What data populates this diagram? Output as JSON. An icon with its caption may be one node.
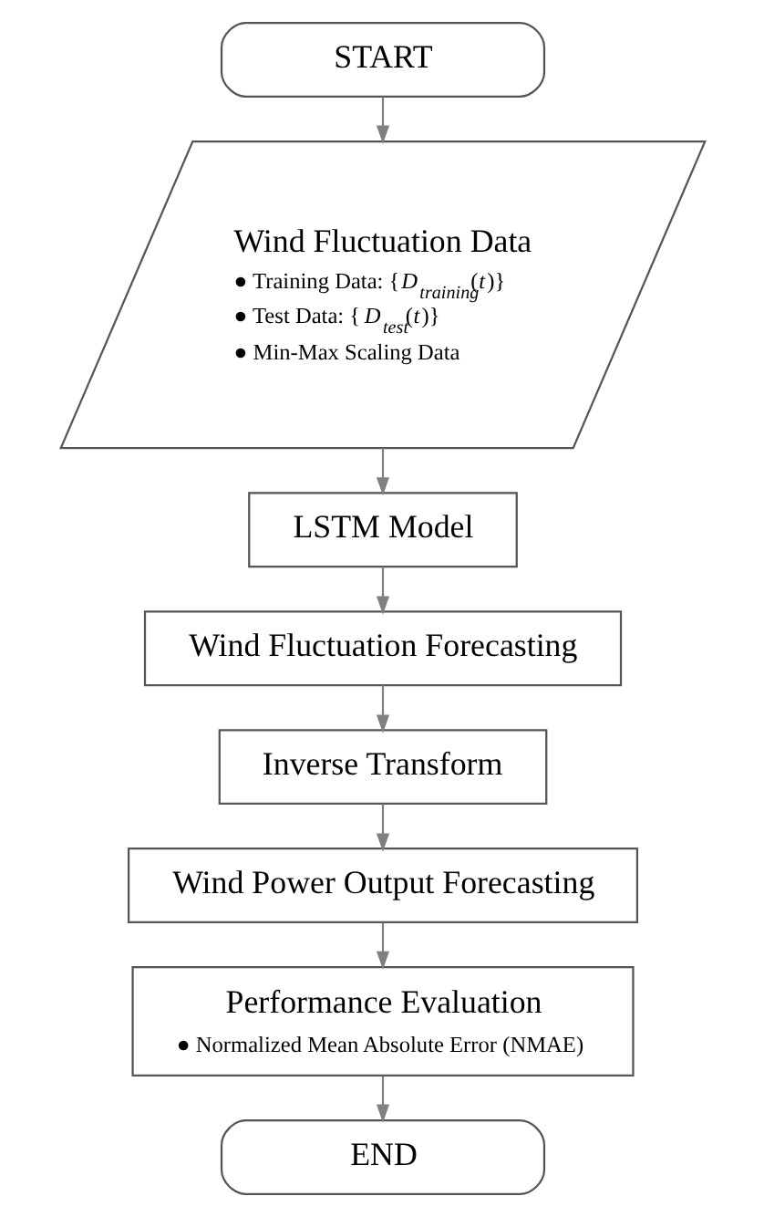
{
  "diagram": {
    "nodes": [
      {
        "text": [
          "START"
        ]
      },
      {
        "text": [
          "Wind Fluctuation Data",
          "● Training Data: {*D*$_{training}$(*t*)}",
          "● Test Data: {*D*$_{test}$(*t*)}",
          "● Min-Max Scaling Data"
        ]
      },
      {
        "text": [
          "LSTM Model"
        ]
      },
      {
        "text": [
          "Wind Fluctuation Forecasting"
        ]
      },
      {
        "text": [
          "Inverse Transform"
        ]
      },
      {
        "text": [
          "Wind Power Output Forecasting"
        ]
      },
      {
        "text": [
          "Performance Evaluation",
          "● Normalized Mean Absolute Error (NMAE)"
        ]
      },
      {
        "text": [
          "END"
        ]
      }
    ],
    "edges": [
      {
        "from": 0,
        "to": 1,
        "arrow": "to"
      },
      {
        "from": 1,
        "to": 2,
        "arrow": "to"
      },
      {
        "from": 2,
        "to": 3,
        "arrow": "to"
      },
      {
        "from": 3,
        "to": 4,
        "arrow": "to"
      },
      {
        "from": 4,
        "to": 5,
        "arrow": "to"
      },
      {
        "from": 5,
        "to": 6,
        "arrow": "to"
      },
      {
        "from": 6,
        "to": 7,
        "arrow": "to"
      }
    ]
  }
}
